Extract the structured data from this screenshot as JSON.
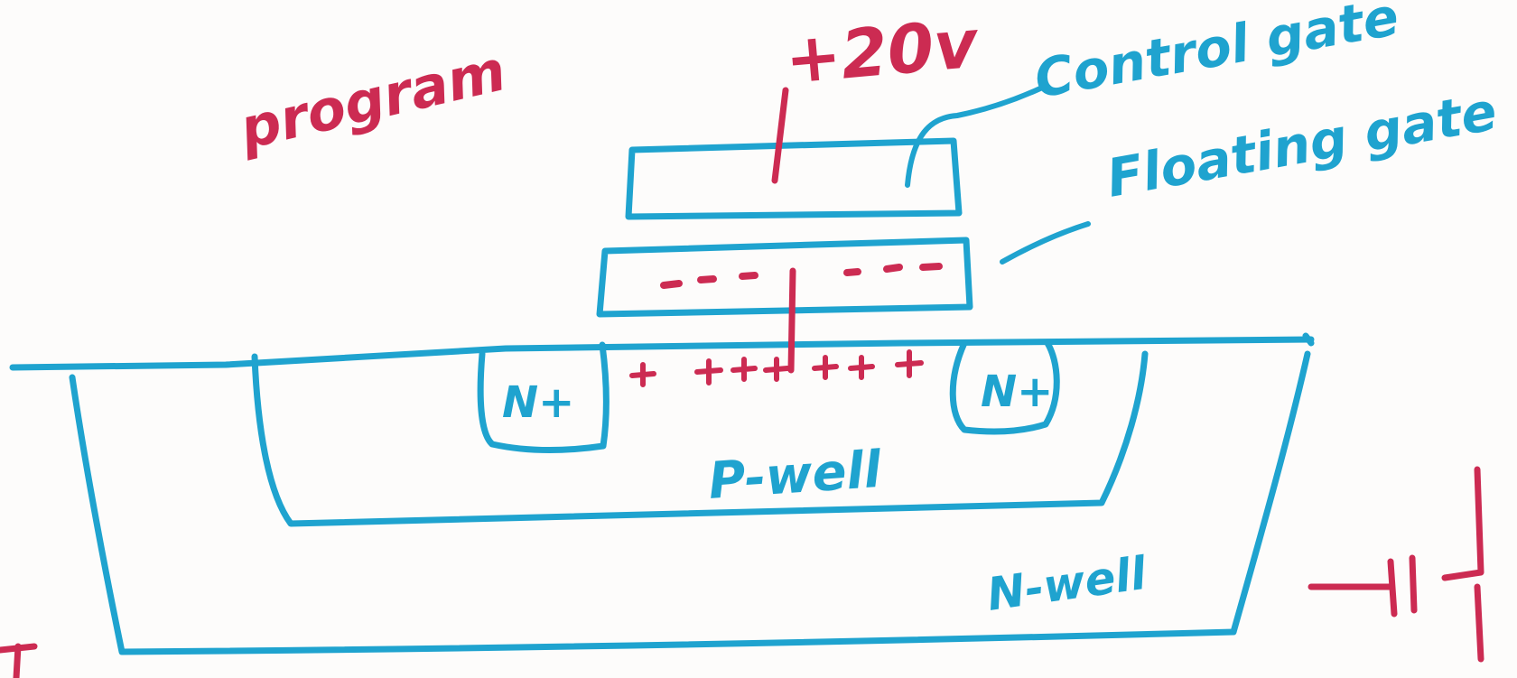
{
  "colors": {
    "ink_blue": "#1fa3cf",
    "ink_red": "#cc2b52",
    "paper": "#fdfcfb"
  },
  "labels": {
    "mode": "program",
    "voltage": "+20v",
    "control_gate": "Control gate",
    "floating_gate": "Floating gate",
    "source": "N+",
    "drain": "N+",
    "p_well": "P-well",
    "n_well": "N-well",
    "electrons": "- - - - - -",
    "holes": "+ + + + + + +"
  }
}
